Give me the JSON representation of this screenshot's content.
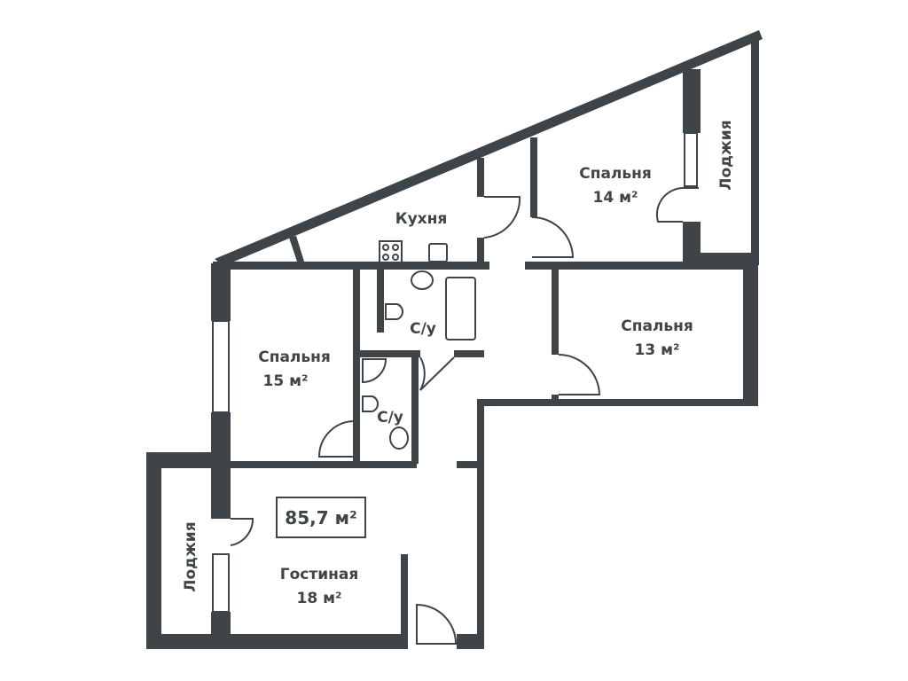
{
  "plan": {
    "total_area": "85,7 м²",
    "rooms": [
      {
        "name": "Кухня",
        "area": ""
      },
      {
        "name": "Спальня",
        "area": "14 м²"
      },
      {
        "name": "Лоджия",
        "area": ""
      },
      {
        "name": "Спальня",
        "area": "13 м²"
      },
      {
        "name": "Спальня",
        "area": "15 м²"
      },
      {
        "name": "С/у",
        "area": ""
      },
      {
        "name": "С/у",
        "area": ""
      },
      {
        "name": "Гостиная",
        "area": "18 м²"
      },
      {
        "name": "Лоджия",
        "area": ""
      }
    ]
  },
  "colors": {
    "wall": "#3f4448",
    "background": "#ffffff"
  }
}
